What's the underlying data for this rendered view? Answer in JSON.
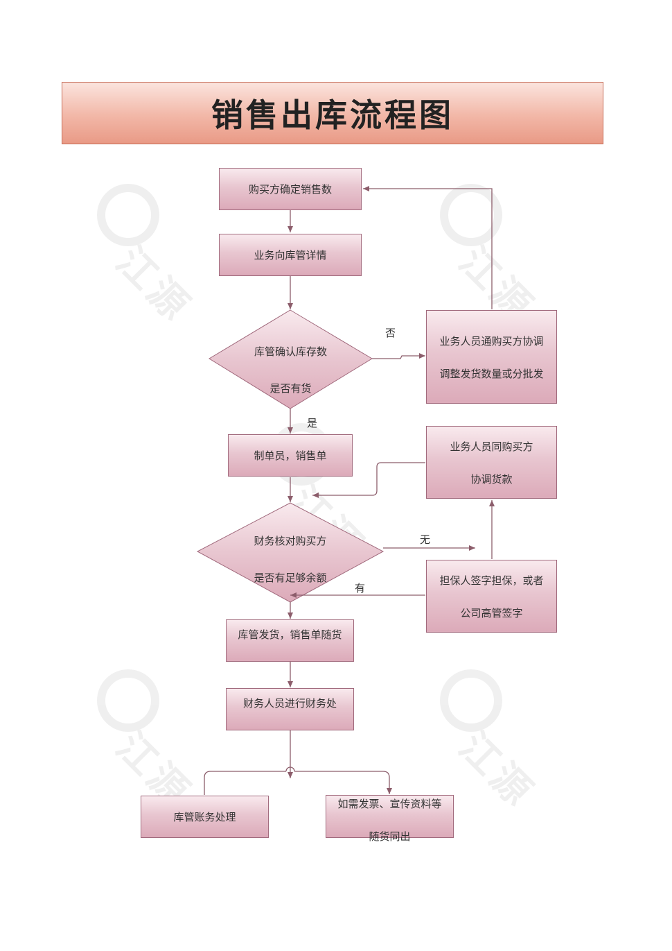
{
  "title": "销售出库流程图",
  "nodes": {
    "buyer_confirm": "购买方确定销售数",
    "sales_to_warehouse": "业务向库管详情",
    "stock_check_l1": "库管确认库存数",
    "stock_check_l2": "是否有货",
    "coordinate_l1": "业务人员通购买方协调",
    "coordinate_l2": "调整发货数量或分批发",
    "order_clerk": "制单员，销售单",
    "payment_coord_l1": "业务人员同购买方",
    "payment_coord_l2": "协调货款",
    "finance_check_l1": "财务核对购买方",
    "finance_check_l2": "是否有足够余额",
    "guarantee_l1": "担保人签字担保，或者",
    "guarantee_l2": "公司高管签字",
    "ship_goods": "库管发货，销售单随货",
    "finance_process": "财务人员进行财务处",
    "warehouse_accounting": "库管账务处理",
    "invoice_l1": "如需发票、宣传资料等",
    "invoice_l2": "随货同出"
  },
  "edge_labels": {
    "no": "否",
    "yes": "是",
    "none": "无",
    "have": "有"
  },
  "watermark_text": "江源",
  "colors": {
    "title_border": "#c46a55",
    "node_border": "#a16a7d",
    "edge": "#8c5d6b"
  }
}
